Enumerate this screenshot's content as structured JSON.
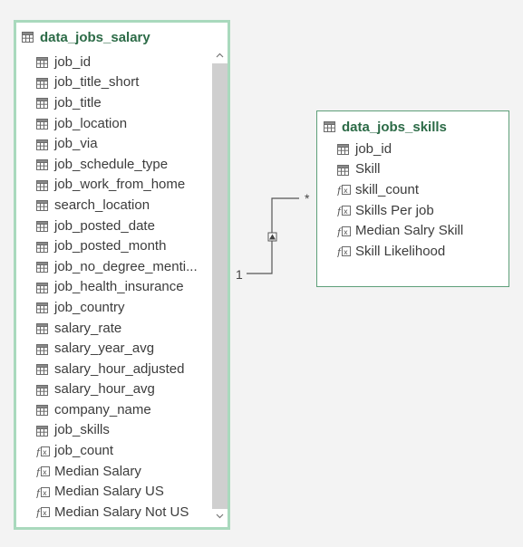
{
  "tables": {
    "salary": {
      "title": "data_jobs_salary",
      "fields": [
        {
          "label": "job_id",
          "icon": "table-column-icon"
        },
        {
          "label": "job_title_short",
          "icon": "table-column-icon"
        },
        {
          "label": "job_title",
          "icon": "table-column-icon"
        },
        {
          "label": "job_location",
          "icon": "table-column-icon"
        },
        {
          "label": "job_via",
          "icon": "table-column-icon"
        },
        {
          "label": "job_schedule_type",
          "icon": "table-column-icon"
        },
        {
          "label": "job_work_from_home",
          "icon": "table-column-icon"
        },
        {
          "label": "search_location",
          "icon": "table-column-icon"
        },
        {
          "label": "job_posted_date",
          "icon": "table-column-icon"
        },
        {
          "label": "job_posted_month",
          "icon": "table-column-icon"
        },
        {
          "label": "job_no_degree_menti...",
          "icon": "table-column-icon"
        },
        {
          "label": "job_health_insurance",
          "icon": "table-column-icon"
        },
        {
          "label": "job_country",
          "icon": "table-column-icon"
        },
        {
          "label": "salary_rate",
          "icon": "table-column-icon"
        },
        {
          "label": "salary_year_avg",
          "icon": "table-column-icon"
        },
        {
          "label": "salary_hour_adjusted",
          "icon": "table-column-icon"
        },
        {
          "label": "salary_hour_avg",
          "icon": "table-column-icon"
        },
        {
          "label": "company_name",
          "icon": "table-column-icon"
        },
        {
          "label": "job_skills",
          "icon": "table-column-icon"
        },
        {
          "label": "job_count",
          "icon": "measure-fx-icon"
        },
        {
          "label": "Median Salary",
          "icon": "measure-fx-icon"
        },
        {
          "label": "Median Salary US",
          "icon": "measure-fx-icon"
        },
        {
          "label": "Median Salary Not US",
          "icon": "measure-fx-icon"
        }
      ]
    },
    "skills": {
      "title": "data_jobs_skills",
      "fields": [
        {
          "label": "job_id",
          "icon": "table-column-icon"
        },
        {
          "label": "Skill",
          "icon": "table-column-icon"
        },
        {
          "label": "skill_count",
          "icon": "measure-fx-icon"
        },
        {
          "label": "Skills Per job",
          "icon": "measure-fx-icon"
        },
        {
          "label": "Median Salry Skill",
          "icon": "measure-fx-icon"
        },
        {
          "label": "Skill Likelihood",
          "icon": "measure-fx-icon"
        }
      ]
    }
  },
  "relationship": {
    "from_cardinality": "1",
    "to_cardinality": "*"
  },
  "colors": {
    "selected_border": "#a9d9bd",
    "card_border": "#5e9f79",
    "title_text": "#2c6b47"
  }
}
